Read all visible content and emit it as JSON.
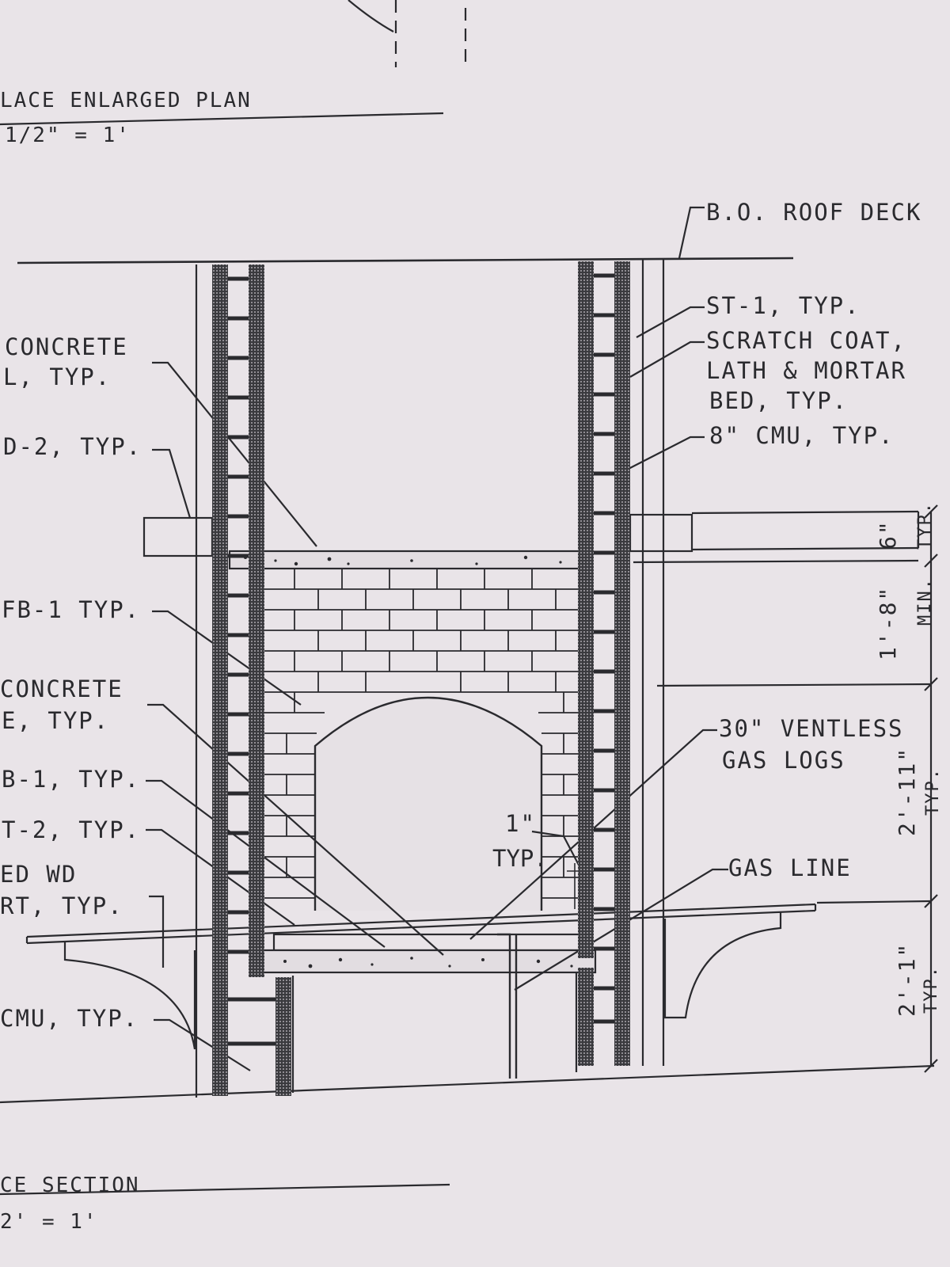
{
  "titles": {
    "plan_title": "LACE ENLARGED PLAN",
    "plan_scale": "1/2\" = 1'",
    "section_title": "CE SECTION",
    "section_scale": "2' = 1'"
  },
  "labels": {
    "roof_deck": "B.O. ROOF DECK",
    "st1": "ST-1, TYP.",
    "scratch_1": "SCRATCH COAT,",
    "scratch_2": "LATH & MORTAR",
    "scratch_3": "BED, TYP.",
    "cmu8": "8\" CMU, TYP.",
    "concrete_top_1": "CONCRETE",
    "concrete_top_2": "L, TYP.",
    "d2": "D-2, TYP.",
    "fb1": "FB-1 TYP.",
    "concrete_low_1": "CONCRETE",
    "concrete_low_2": "E, TYP.",
    "b1": "B-1, TYP.",
    "t2": "T-2, TYP.",
    "wd_1": "ED WD",
    "wd_2": "RT, TYP.",
    "cmu_low": "CMU, TYP.",
    "gas_logs_1": "30\" VENTLESS",
    "gas_logs_2": "GAS LOGS",
    "gas_line": "GAS LINE",
    "one_inch": "1\"",
    "one_inch_typ": "TYP."
  },
  "dimensions": {
    "d1": "6\"",
    "d1_sub": "TYP.",
    "d2": "1'-8\"",
    "d2_sub": "MIN.",
    "d3": "2'-11\"",
    "d3_sub": "TYP.",
    "d4": "2'-1\"",
    "d4_sub": "TYP."
  },
  "colors": {
    "paper": "#e9e4e8",
    "ink": "#2a2a2e"
  }
}
